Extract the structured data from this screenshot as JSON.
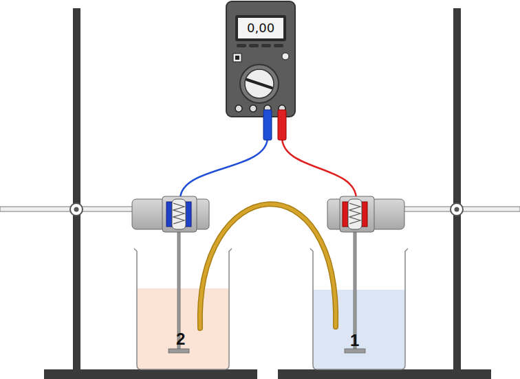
{
  "diagram": {
    "labels": [
      "0,00",
      "2",
      "1"
    ]
  }
}
